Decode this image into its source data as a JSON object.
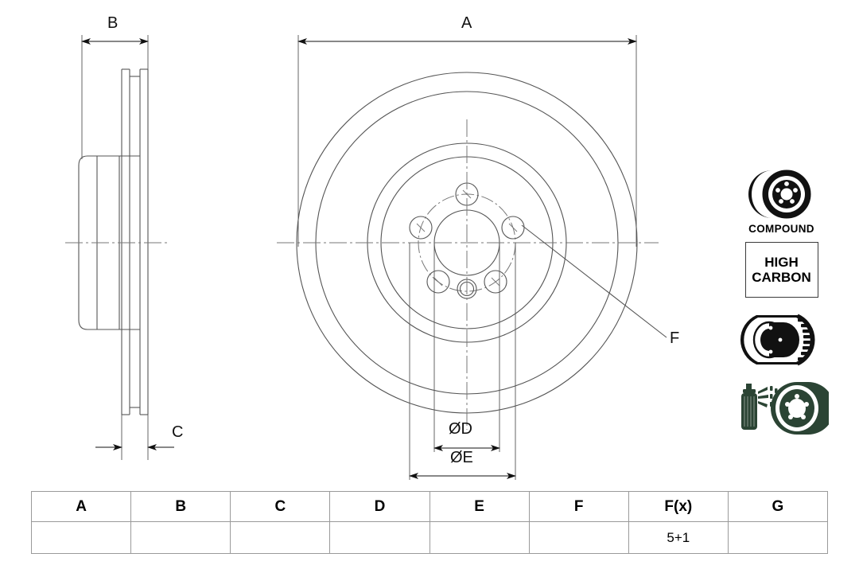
{
  "drawing": {
    "type": "brake-disc-technical-drawing",
    "views": [
      {
        "name": "side-section-view",
        "position": "left"
      },
      {
        "name": "front-view",
        "position": "center"
      }
    ],
    "dimension_labels": {
      "a": "A",
      "b": "B",
      "c": "C",
      "d": "ØD",
      "e": "ØE",
      "f": "F"
    },
    "colors": {
      "line": "#555555",
      "outline": "#3b3b3b",
      "center_line": "#777777",
      "dimension": "#111111",
      "icon_dark": "#111111",
      "icon_green": "#2b4434",
      "table_border": "#9a9a9a",
      "background": "#ffffff"
    }
  },
  "badges": {
    "compound": {
      "icon": "brake-disc-compound-icon",
      "label": "COMPOUND"
    },
    "high_carbon": {
      "line1": "HIGH",
      "line2": "CARBON"
    },
    "vented_disc": {
      "icon": "vented-brake-disc-icon"
    },
    "coated_disc": {
      "icon": "spray-can-coated-disc-icon"
    }
  },
  "spec_table": {
    "headers": [
      "A",
      "B",
      "C",
      "D",
      "E",
      "F",
      "F(x)",
      "G"
    ],
    "rows": [
      [
        "",
        "",
        "",
        "",
        "",
        "",
        "5+1",
        ""
      ]
    ]
  }
}
